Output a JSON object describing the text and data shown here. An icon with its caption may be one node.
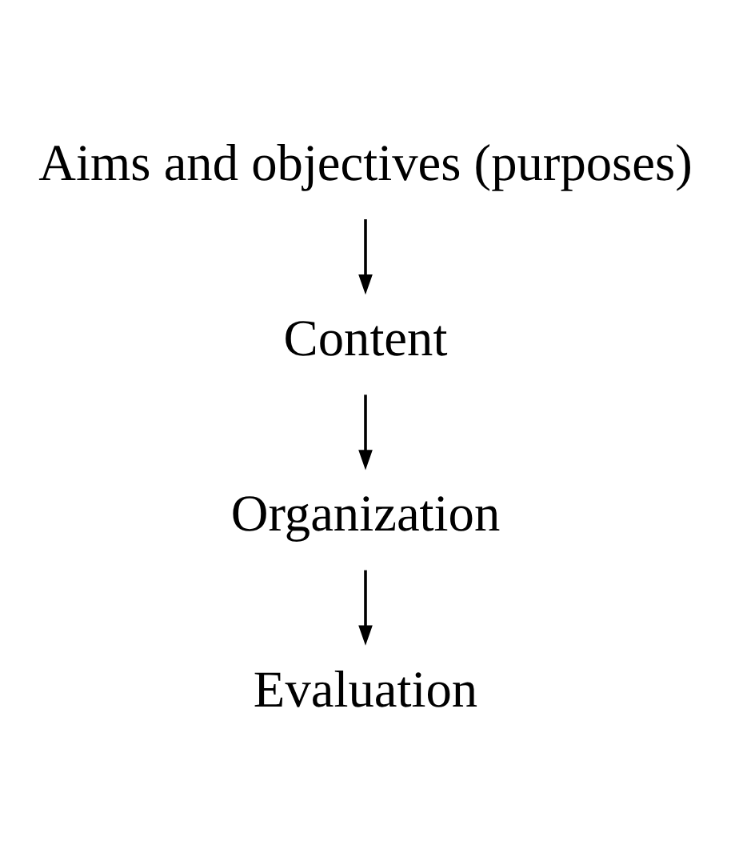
{
  "diagram": {
    "nodes": [
      {
        "text": [
          "Aims and objectives (purposes)"
        ]
      },
      {
        "text": [
          "Content"
        ]
      },
      {
        "text": [
          "Organization"
        ]
      },
      {
        "text": [
          "Evaluation"
        ]
      }
    ],
    "edges": [
      {
        "from": 0,
        "to": 1,
        "arrow": "to"
      },
      {
        "from": 1,
        "to": 2,
        "arrow": "to"
      },
      {
        "from": 2,
        "to": 3,
        "arrow": "to"
      }
    ]
  }
}
